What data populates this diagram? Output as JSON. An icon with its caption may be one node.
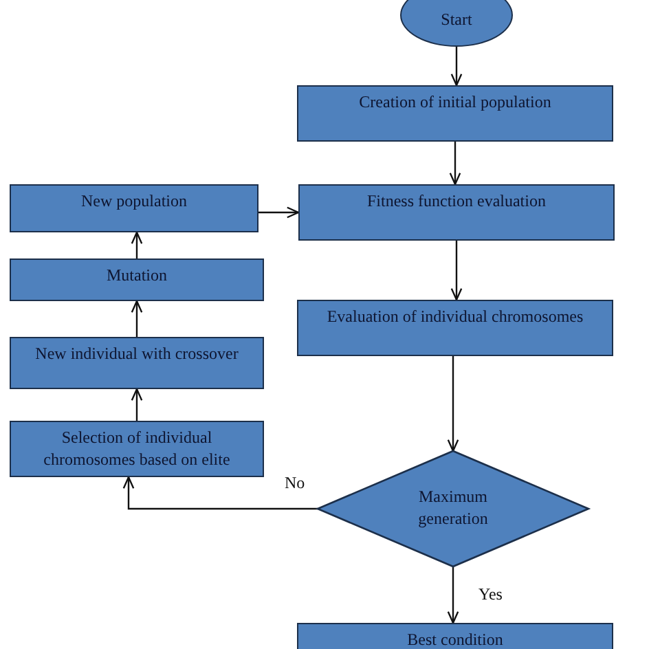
{
  "diagram": {
    "nodes": [
      {
        "text": [
          "Start"
        ]
      },
      {
        "text": [
          "Creation of initial population"
        ]
      },
      {
        "text": [
          "Fitness function evaluation"
        ]
      },
      {
        "text": [
          "Evaluation of individual chromosomes"
        ]
      },
      {
        "text": [
          "Maximum generation"
        ]
      },
      {
        "text": [
          "Best condition"
        ]
      },
      {
        "text": [
          "New population"
        ]
      },
      {
        "text": [
          "Mutation"
        ]
      },
      {
        "text": [
          "New individual with crossover"
        ]
      },
      {
        "text": [
          "Selection of individual chromosomes based on elite"
        ]
      }
    ],
    "edges": [
      {
        "from": 0,
        "to": 1,
        "arrow": "to"
      },
      {
        "from": 1,
        "to": 2,
        "arrow": "to"
      },
      {
        "from": 2,
        "to": 3,
        "arrow": "to"
      },
      {
        "from": 3,
        "to": 4,
        "arrow": "to"
      },
      {
        "from": 4,
        "to": 5,
        "arrow": "to",
        "label": "Yes"
      },
      {
        "from": 4,
        "to": 9,
        "arrow": "to",
        "label": "No"
      },
      {
        "from": 9,
        "to": 8,
        "arrow": "to"
      },
      {
        "from": 8,
        "to": 7,
        "arrow": "to"
      },
      {
        "from": 7,
        "to": 6,
        "arrow": "to"
      },
      {
        "from": 6,
        "to": 2,
        "arrow": "to"
      }
    ]
  }
}
